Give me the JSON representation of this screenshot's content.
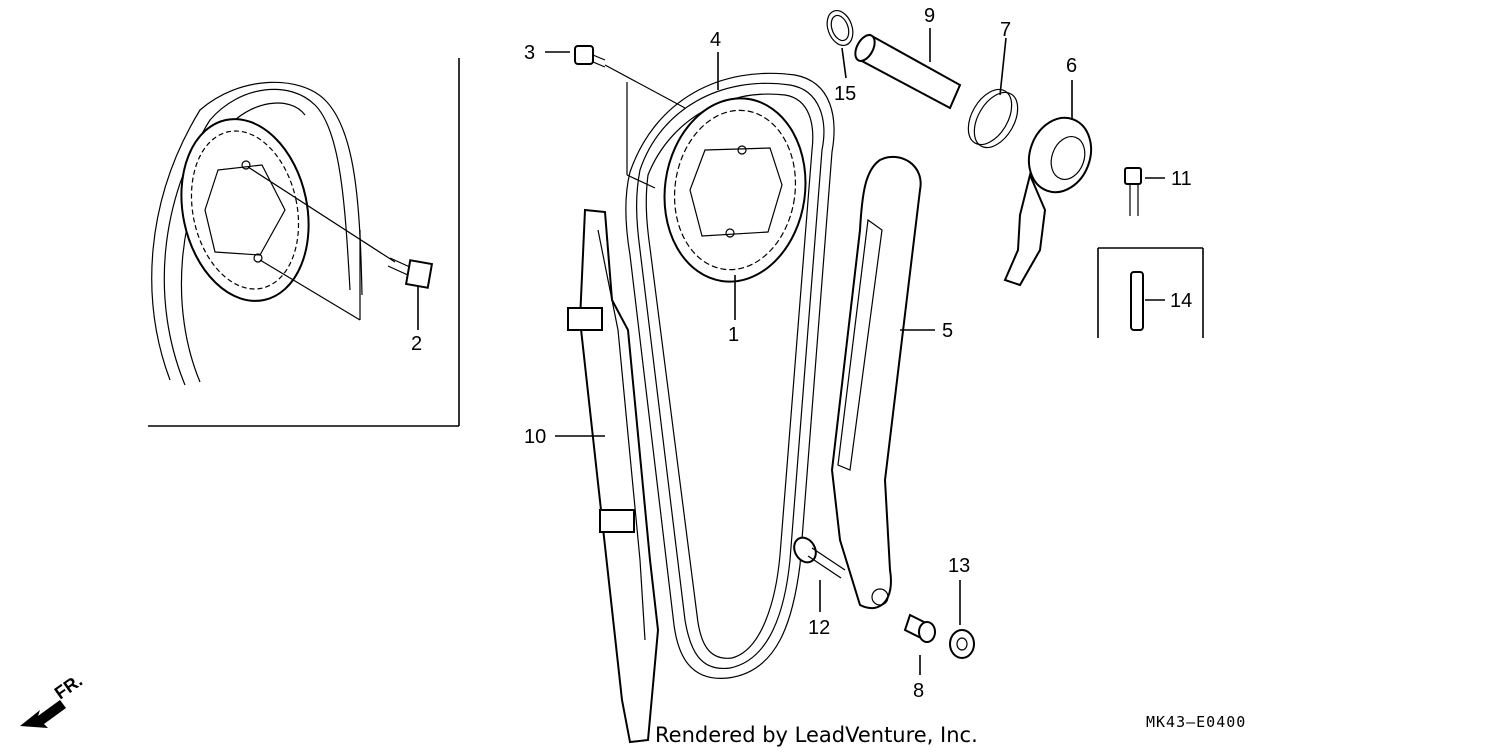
{
  "diagram": {
    "callouts": [
      {
        "id": "1",
        "label": "1"
      },
      {
        "id": "2",
        "label": "2"
      },
      {
        "id": "3",
        "label": "3"
      },
      {
        "id": "4",
        "label": "4"
      },
      {
        "id": "5",
        "label": "5"
      },
      {
        "id": "6",
        "label": "6"
      },
      {
        "id": "7",
        "label": "7"
      },
      {
        "id": "8",
        "label": "8"
      },
      {
        "id": "9",
        "label": "9"
      },
      {
        "id": "10",
        "label": "10"
      },
      {
        "id": "11",
        "label": "11"
      },
      {
        "id": "12",
        "label": "12"
      },
      {
        "id": "13",
        "label": "13"
      },
      {
        "id": "14",
        "label": "14"
      },
      {
        "id": "15",
        "label": "15"
      }
    ],
    "direction_label": "FR.",
    "diagram_code": "MK43–E0400",
    "credit": "Rendered by LeadVenture, Inc."
  }
}
